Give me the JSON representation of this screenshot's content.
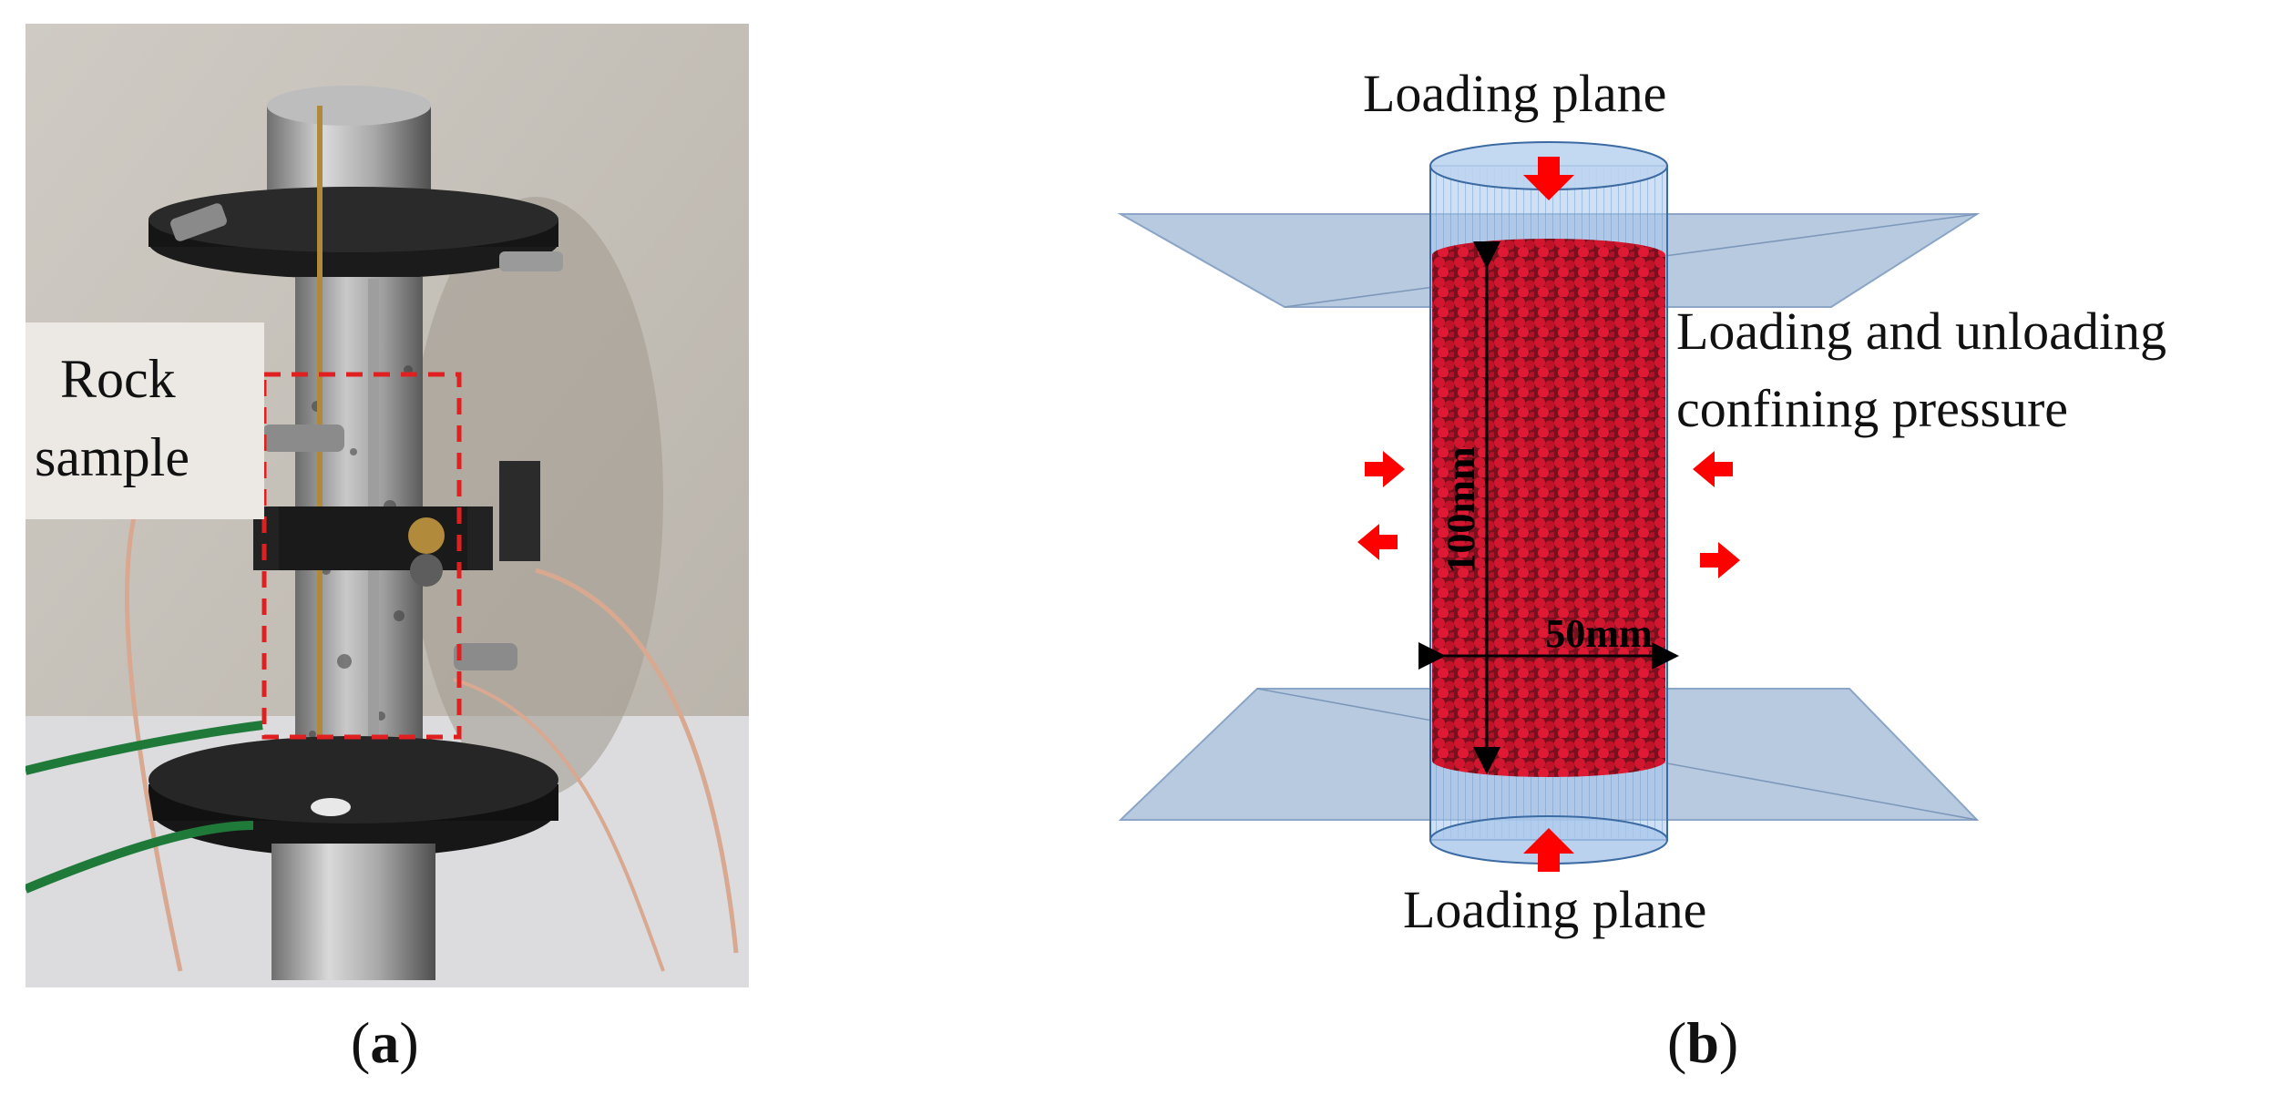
{
  "panel_a": {
    "caption_letter": "a",
    "label_line1": "Rock",
    "label_line2": "sample"
  },
  "panel_b": {
    "caption_letter": "b",
    "top_label": "Loading plane",
    "bottom_label": "Loading plane",
    "side_label_line1": "Loading and unloading",
    "side_label_line2": "confining pressure",
    "height_label": "100mm",
    "width_label": "50mm"
  },
  "colors": {
    "arrow": "#ff0000",
    "particles": "#c8102e",
    "plane": "#9fb8d6",
    "cylinder": "#a9c7ea",
    "dashed_box": "#e02020"
  }
}
